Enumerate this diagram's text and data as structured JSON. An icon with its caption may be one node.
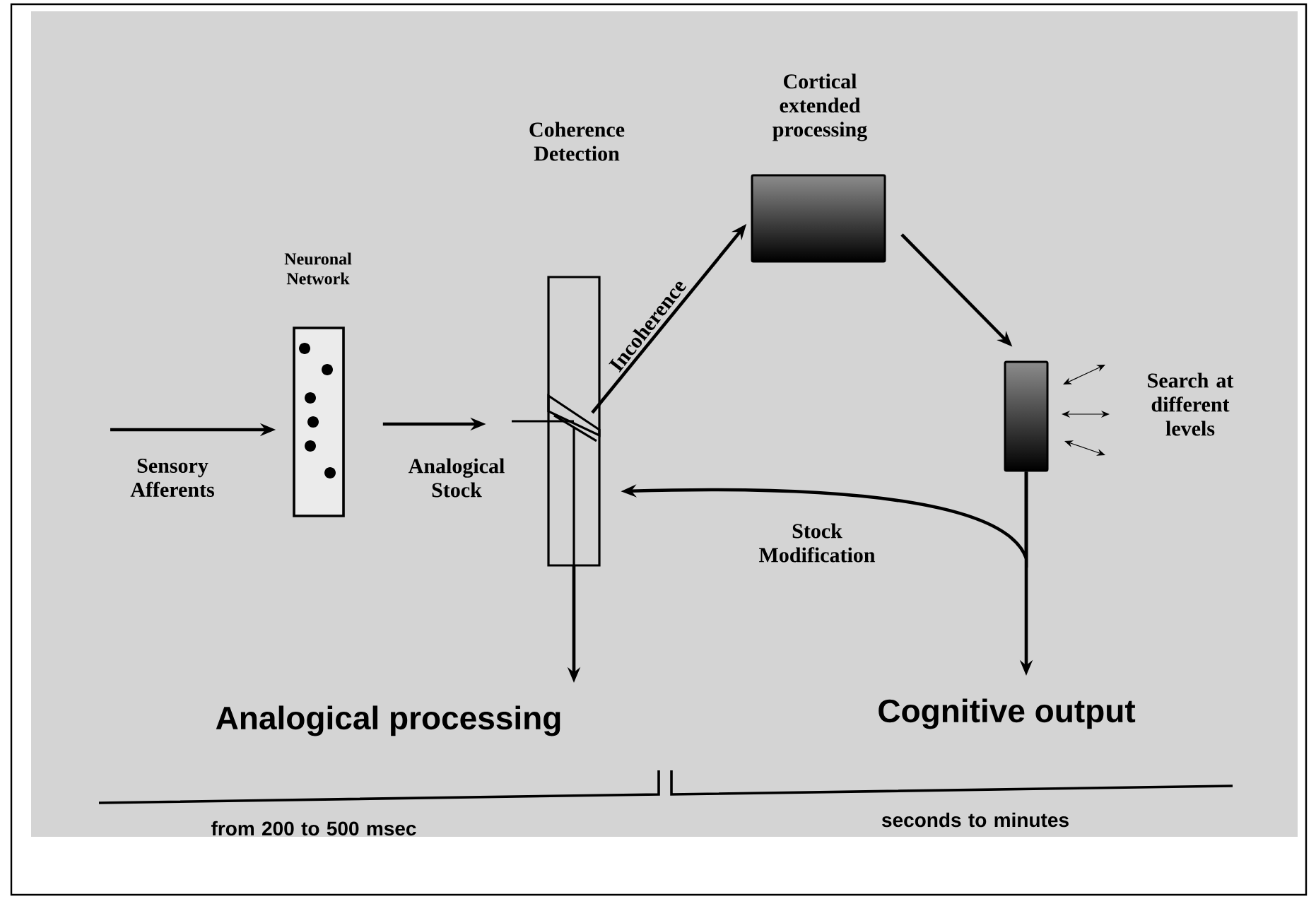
{
  "diagram": {
    "nodes": [
      {
        "text": [
          "Neuronal Network"
        ]
      },
      {
        "text": [
          "Coherence Detection"
        ]
      },
      {
        "text": [
          "Cortical extended processing"
        ]
      },
      {
        "text": [],
        "shape": "box"
      },
      {
        "text": [
          "Analogical processing"
        ],
        "beside": [
          "from 200 to 500 msec"
        ]
      },
      {
        "text": [
          "Cognitive output"
        ],
        "beside": [
          "seconds to minutes"
        ]
      }
    ],
    "edges": [
      {
        "from": null,
        "to": 0,
        "arrow": "to",
        "label": "Sensory Afferents"
      },
      {
        "from": 0,
        "to": 1,
        "arrow": "to",
        "label": "Analogical Stock"
      },
      {
        "from": 1,
        "to": 2,
        "arrow": "to",
        "label": "Incoherence"
      },
      {
        "from": 2,
        "to": 3,
        "arrow": "to"
      },
      {
        "from": 3,
        "to": 1,
        "arrow": "to",
        "label": "Stock Modification"
      },
      {
        "from": 1,
        "to": 4,
        "arrow": "to"
      },
      {
        "from": 3,
        "to": 5,
        "arrow": "to"
      }
    ],
    "labels": [
      "Search at different levels"
    ]
  }
}
